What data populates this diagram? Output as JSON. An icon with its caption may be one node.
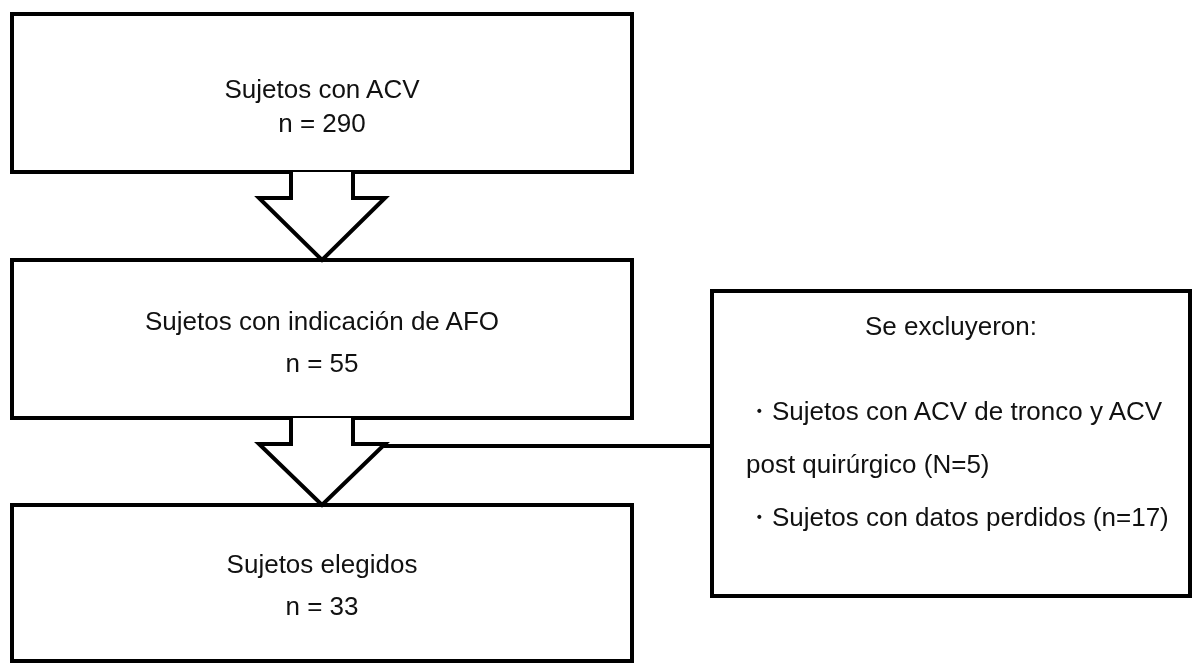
{
  "diagram": {
    "nodes": [
      {
        "text": [
          "Sujetos con ACV",
          "n = 290"
        ]
      },
      {
        "text": [
          "Sujetos con indicación de AFO",
          "n = 55"
        ]
      },
      {
        "text": [
          "Sujetos elegidos",
          "n = 33"
        ]
      },
      {
        "text": [
          "Se excluyeron:",
          "・Sujetos con ACV de tronco y ACV post quirúrgico (N=5)",
          "・Sujetos con datos perdidos (n=17)"
        ]
      }
    ],
    "edges": [
      {
        "from": 0,
        "to": 1,
        "arrow": "to"
      },
      {
        "from": 1,
        "to": 2,
        "arrow": "to"
      },
      {
        "from": null,
        "to": 3,
        "arrow": "none"
      }
    ]
  }
}
